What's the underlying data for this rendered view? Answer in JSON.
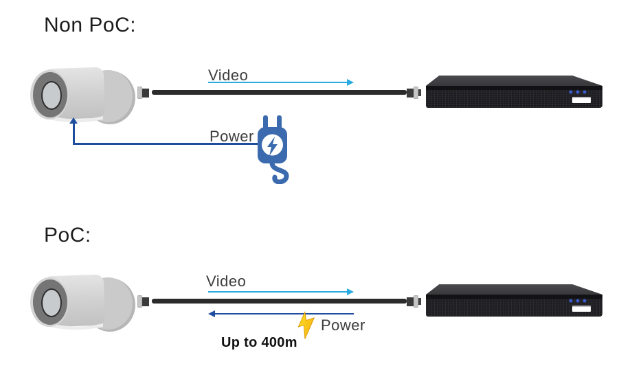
{
  "page": {
    "background": "#ffffff"
  },
  "sections": {
    "non_poc": {
      "title": "Non PoC:",
      "video_label": "Video",
      "power_label": "Power"
    },
    "poc": {
      "title": "PoC:",
      "video_label": "Video",
      "power_label": "Power",
      "distance_label": "Up to 400m"
    }
  },
  "icons": {
    "power_plug": "plug-with-lightning-bolt",
    "power_surge": "lightning-bolt",
    "camera": "bullet-security-camera",
    "recorder": "dvr-box"
  },
  "colors": {
    "video_arrow": "#29abe2",
    "power_arrow": "#1f4e9f",
    "plug_icon": "#3b6bae",
    "bolt_yellow": "#ffe527",
    "bolt_orange": "#f2a50c",
    "cable": "#2b2b2b",
    "dvr_led": "#3d5fd8"
  }
}
